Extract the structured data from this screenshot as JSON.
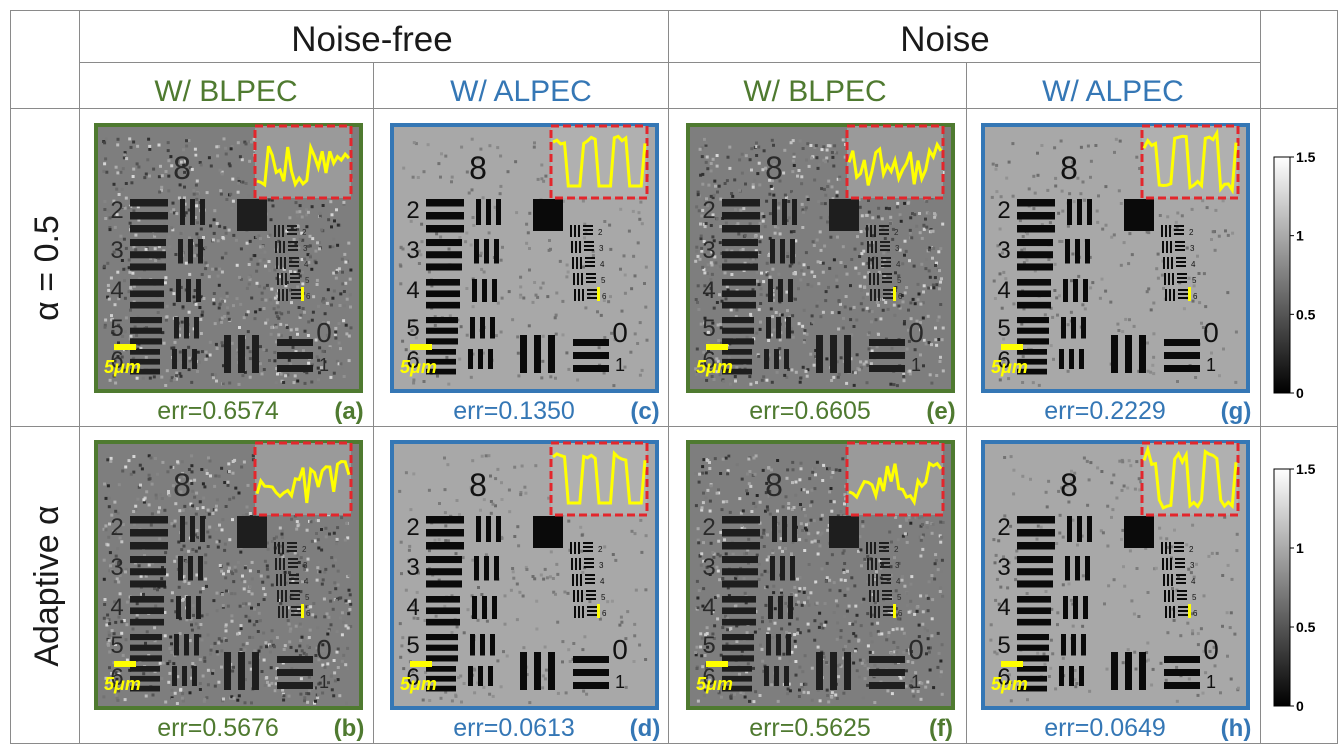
{
  "header": {
    "group_noise_free": "Noise-free",
    "group_noise": "Noise",
    "col_labels": [
      "W/  BLPEC",
      "W/ ALPEC",
      "W/  BLPEC",
      "W/ ALPEC"
    ]
  },
  "rows": [
    {
      "label": "α = 0.5"
    },
    {
      "label": "Adaptive α"
    }
  ],
  "panels": [
    {
      "letter": "(a)",
      "err": "err=0.6574",
      "method": "BLPEC",
      "noise": "Noise-free",
      "alpha": "0.5"
    },
    {
      "letter": "(c)",
      "err": "err=0.1350",
      "method": "ALPEC",
      "noise": "Noise-free",
      "alpha": "0.5"
    },
    {
      "letter": "(e)",
      "err": "err=0.6605",
      "method": "BLPEC",
      "noise": "Noise",
      "alpha": "0.5"
    },
    {
      "letter": "(g)",
      "err": "err=0.2229",
      "method": "ALPEC",
      "noise": "Noise",
      "alpha": "0.5"
    },
    {
      "letter": "(b)",
      "err": "err=0.5676",
      "method": "BLPEC",
      "noise": "Noise-free",
      "alpha": "adaptive"
    },
    {
      "letter": "(d)",
      "err": "err=0.0613",
      "method": "ALPEC",
      "noise": "Noise-free",
      "alpha": "adaptive"
    },
    {
      "letter": "(f)",
      "err": "err=0.5625",
      "method": "BLPEC",
      "noise": "Noise",
      "alpha": "adaptive"
    },
    {
      "letter": "(h)",
      "err": "err=0.0649",
      "method": "ALPEC",
      "noise": "Noise",
      "alpha": "adaptive"
    }
  ],
  "target": {
    "group_digits": [
      "8",
      "0",
      "1"
    ],
    "element_digits": [
      "2",
      "3",
      "4",
      "5",
      "6"
    ],
    "small_digits": [
      "2",
      "3",
      "4",
      "5",
      "6"
    ]
  },
  "scalebar": {
    "label": "5μm"
  },
  "colorbar": {
    "ticks": [
      "1.5",
      "1",
      "0.5",
      "0"
    ]
  },
  "colors": {
    "blpec": "#4f7a30",
    "alpec": "#3577b5",
    "inset_border": "#e3262c",
    "profile_line": "#ffff00",
    "scalebar": "#ffff00",
    "grid": "#7f7f7f"
  }
}
